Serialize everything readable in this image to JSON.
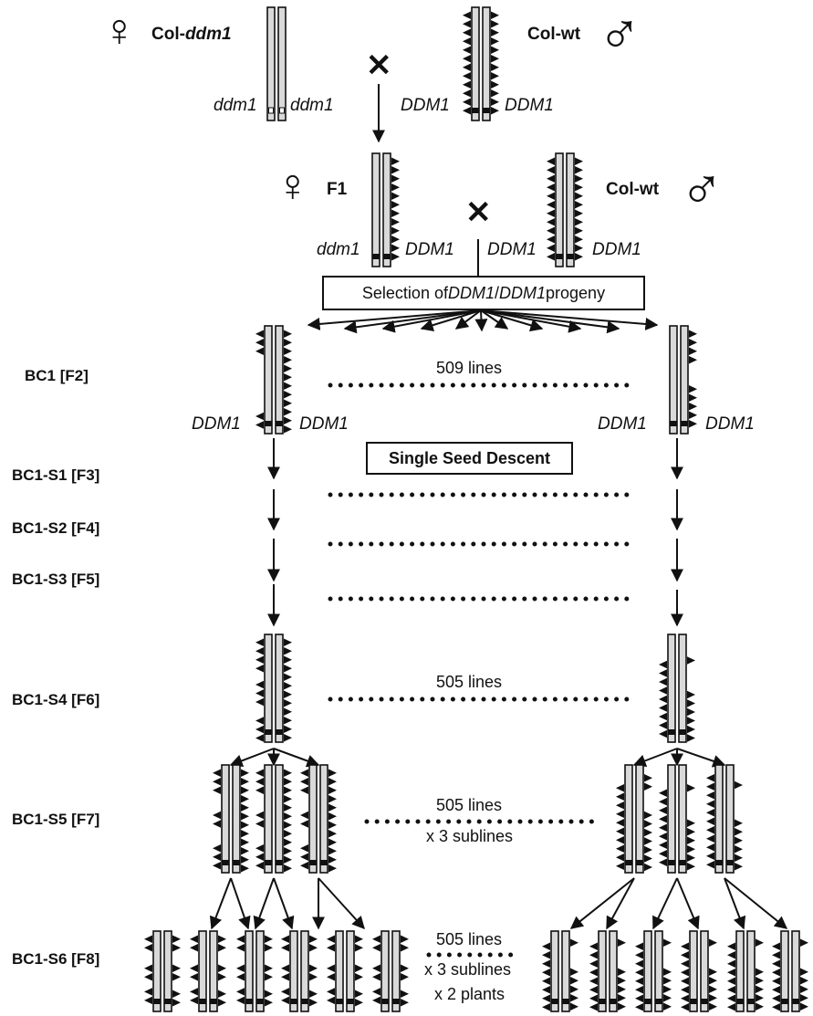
{
  "labels": {
    "female_symbol": "♀",
    "male_symbol": "♂",
    "cross_symbol": "✕",
    "parent1": {
      "prefix": "Col-",
      "italic": "ddm1"
    },
    "parent2": "Col-wt",
    "f1": "F1",
    "col_wt_2": "Col-wt",
    "allele_ddm1": "ddm1",
    "allele_DDM1": "DDM1",
    "selection": {
      "pre": "Selection of ",
      "a1": "DDM1",
      "slash": "/",
      "a2": "DDM1",
      "post": " progeny"
    },
    "single_seed": "Single Seed Descent"
  },
  "generations": [
    {
      "key": "bc1",
      "label": "BC1 [F2]"
    },
    {
      "key": "s1",
      "label": "BC1-S1 [F3]"
    },
    {
      "key": "s2",
      "label": "BC1-S2 [F4]"
    },
    {
      "key": "s3",
      "label": "BC1-S3 [F5]"
    },
    {
      "key": "s4",
      "label": "BC1-S4 [F6]"
    },
    {
      "key": "s5",
      "label": "BC1-S5 [F7]"
    },
    {
      "key": "s6",
      "label": "BC1-S6 [F8]"
    }
  ],
  "counts": {
    "bc1": "509 lines",
    "s4": "505 lines",
    "s5_line1": "505 lines",
    "s5_line2": "x 3 sublines",
    "s6_line1": "505 lines",
    "s6_line2": "x 3 sublines",
    "s6_line3": "x 2 plants"
  },
  "colors": {
    "ink": "#111111",
    "chromosome_fill": "#d9d9d9",
    "background": "#ffffff"
  }
}
